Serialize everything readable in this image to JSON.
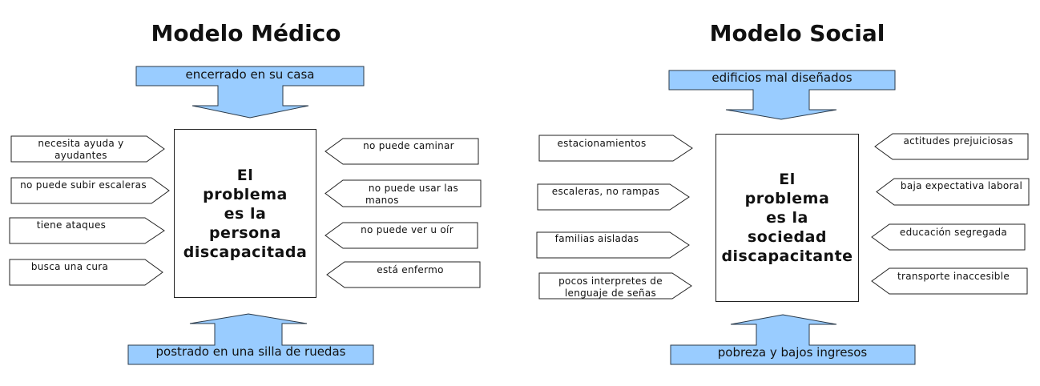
{
  "medical": {
    "title": "Modelo Médico",
    "center_lines": [
      "El",
      "problema",
      "es la",
      "persona",
      "discapacitada"
    ],
    "top_arrow": "encerrado en su casa",
    "bottom_arrow": "postrado en una silla de ruedas",
    "left_tags": [
      {
        "lines": [
          "necesita ayuda y",
          "ayudantes"
        ]
      },
      {
        "lines": [
          "no puede subir escaleras"
        ]
      },
      {
        "lines": [
          "tiene ataques"
        ]
      },
      {
        "lines": [
          "busca una cura"
        ]
      }
    ],
    "right_tags": [
      {
        "lines": [
          "no puede caminar"
        ]
      },
      {
        "lines": [
          "no puede usar las",
          "manos"
        ]
      },
      {
        "lines": [
          "no puede ver u oír"
        ]
      },
      {
        "lines": [
          "está enfermo"
        ]
      }
    ]
  },
  "social": {
    "title": "Modelo Social",
    "center_lines": [
      "El",
      "problema",
      "es la",
      "sociedad",
      "discapacitante"
    ],
    "top_arrow": "edificios mal diseñados",
    "bottom_arrow": "pobreza y bajos ingresos",
    "left_tags": [
      {
        "lines": [
          "estacionamientos"
        ]
      },
      {
        "lines": [
          "escaleras, no rampas"
        ]
      },
      {
        "lines": [
          "familias aisladas"
        ]
      },
      {
        "lines": [
          "pocos interpretes de",
          "lenguaje de señas"
        ]
      }
    ],
    "right_tags": [
      {
        "lines": [
          "actitudes prejuiciosas"
        ]
      },
      {
        "lines": [
          "baja expectativa laboral"
        ]
      },
      {
        "lines": [
          "educación segregada"
        ]
      },
      {
        "lines": [
          "transporte inaccesible"
        ]
      }
    ]
  },
  "colors": {
    "arrow_fill": "#99ccff",
    "arrow_stroke": "#2a3a4a",
    "tag_stroke": "#222222"
  }
}
